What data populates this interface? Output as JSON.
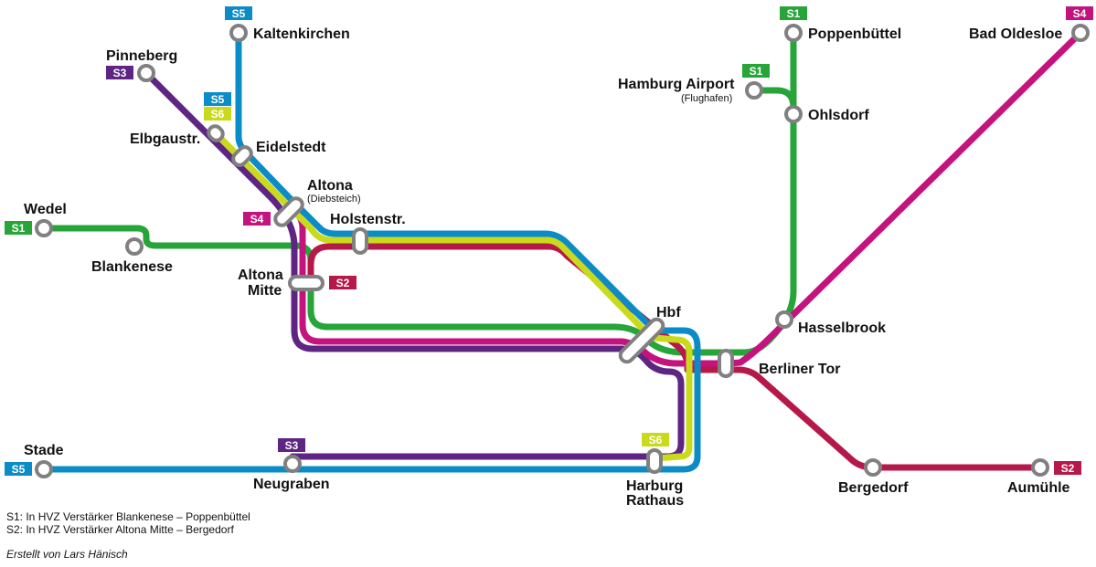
{
  "colors": {
    "S1": "#27a539",
    "S2": "#b5194a",
    "S3": "#5e2583",
    "S4": "#c4127e",
    "S5": "#0c8cc6",
    "S6": "#c9da1c",
    "station_ring": "#808080"
  },
  "line_badges": [
    {
      "id": "s5-kaltenkirchen",
      "label": "S5",
      "line": "S5"
    },
    {
      "id": "s1-poppenbuettel",
      "label": "S1",
      "line": "S1"
    },
    {
      "id": "s4-bad-oldesloe",
      "label": "S4",
      "line": "S4"
    },
    {
      "id": "s3-pinneberg",
      "label": "S3",
      "line": "S3"
    },
    {
      "id": "s1-airport",
      "label": "S1",
      "line": "S1"
    },
    {
      "id": "s5-elbgaustr",
      "label": "S5",
      "line": "S5"
    },
    {
      "id": "s6-elbgaustr",
      "label": "S6",
      "line": "S6"
    },
    {
      "id": "s4-altona",
      "label": "S4",
      "line": "S4"
    },
    {
      "id": "s1-wedel",
      "label": "S1",
      "line": "S1"
    },
    {
      "id": "s2-altona-mitte",
      "label": "S2",
      "line": "S2"
    },
    {
      "id": "s3-neugraben",
      "label": "S3",
      "line": "S3"
    },
    {
      "id": "s6-harburg",
      "label": "S6",
      "line": "S6"
    },
    {
      "id": "s5-stade",
      "label": "S5",
      "line": "S5"
    },
    {
      "id": "s2-aumuehle",
      "label": "S2",
      "line": "S2"
    }
  ],
  "stations": {
    "kaltenkirchen": {
      "name": "Kaltenkirchen"
    },
    "pinneberg": {
      "name": "Pinneberg"
    },
    "elbgaustr": {
      "name": "Elbgaustr."
    },
    "eidelstedt": {
      "name": "Eidelstedt"
    },
    "altona": {
      "name": "Altona",
      "sub": "(Diebsteich)"
    },
    "holstenstr": {
      "name": "Holstenstr."
    },
    "wedel": {
      "name": "Wedel"
    },
    "blankenese": {
      "name": "Blankenese"
    },
    "altona_mitte": {
      "name_line1": "Altona",
      "name_line2": "Mitte"
    },
    "hbf": {
      "name": "Hbf"
    },
    "poppenbuettel": {
      "name": "Poppenbüttel"
    },
    "airport": {
      "name": "Hamburg Airport",
      "sub": "(Flughafen)"
    },
    "ohlsdorf": {
      "name": "Ohlsdorf"
    },
    "bad_oldesloe": {
      "name": "Bad Oldesloe"
    },
    "hasselbrook": {
      "name": "Hasselbrook"
    },
    "berliner_tor": {
      "name": "Berliner Tor"
    },
    "bergedorf": {
      "name": "Bergedorf"
    },
    "aumuehle": {
      "name": "Aumühle"
    },
    "stade": {
      "name": "Stade"
    },
    "neugraben": {
      "name": "Neugraben"
    },
    "harburg_rathaus": {
      "name_line1": "Harburg",
      "name_line2": "Rathaus"
    }
  },
  "notes": {
    "s1": "S1: In HVZ Verstärker Blankenese – Poppenbüttel",
    "s2": "S2: In HVZ Verstärker Altona Mitte – Bergedorf",
    "credit": "Erstellt von Lars Hänisch"
  }
}
